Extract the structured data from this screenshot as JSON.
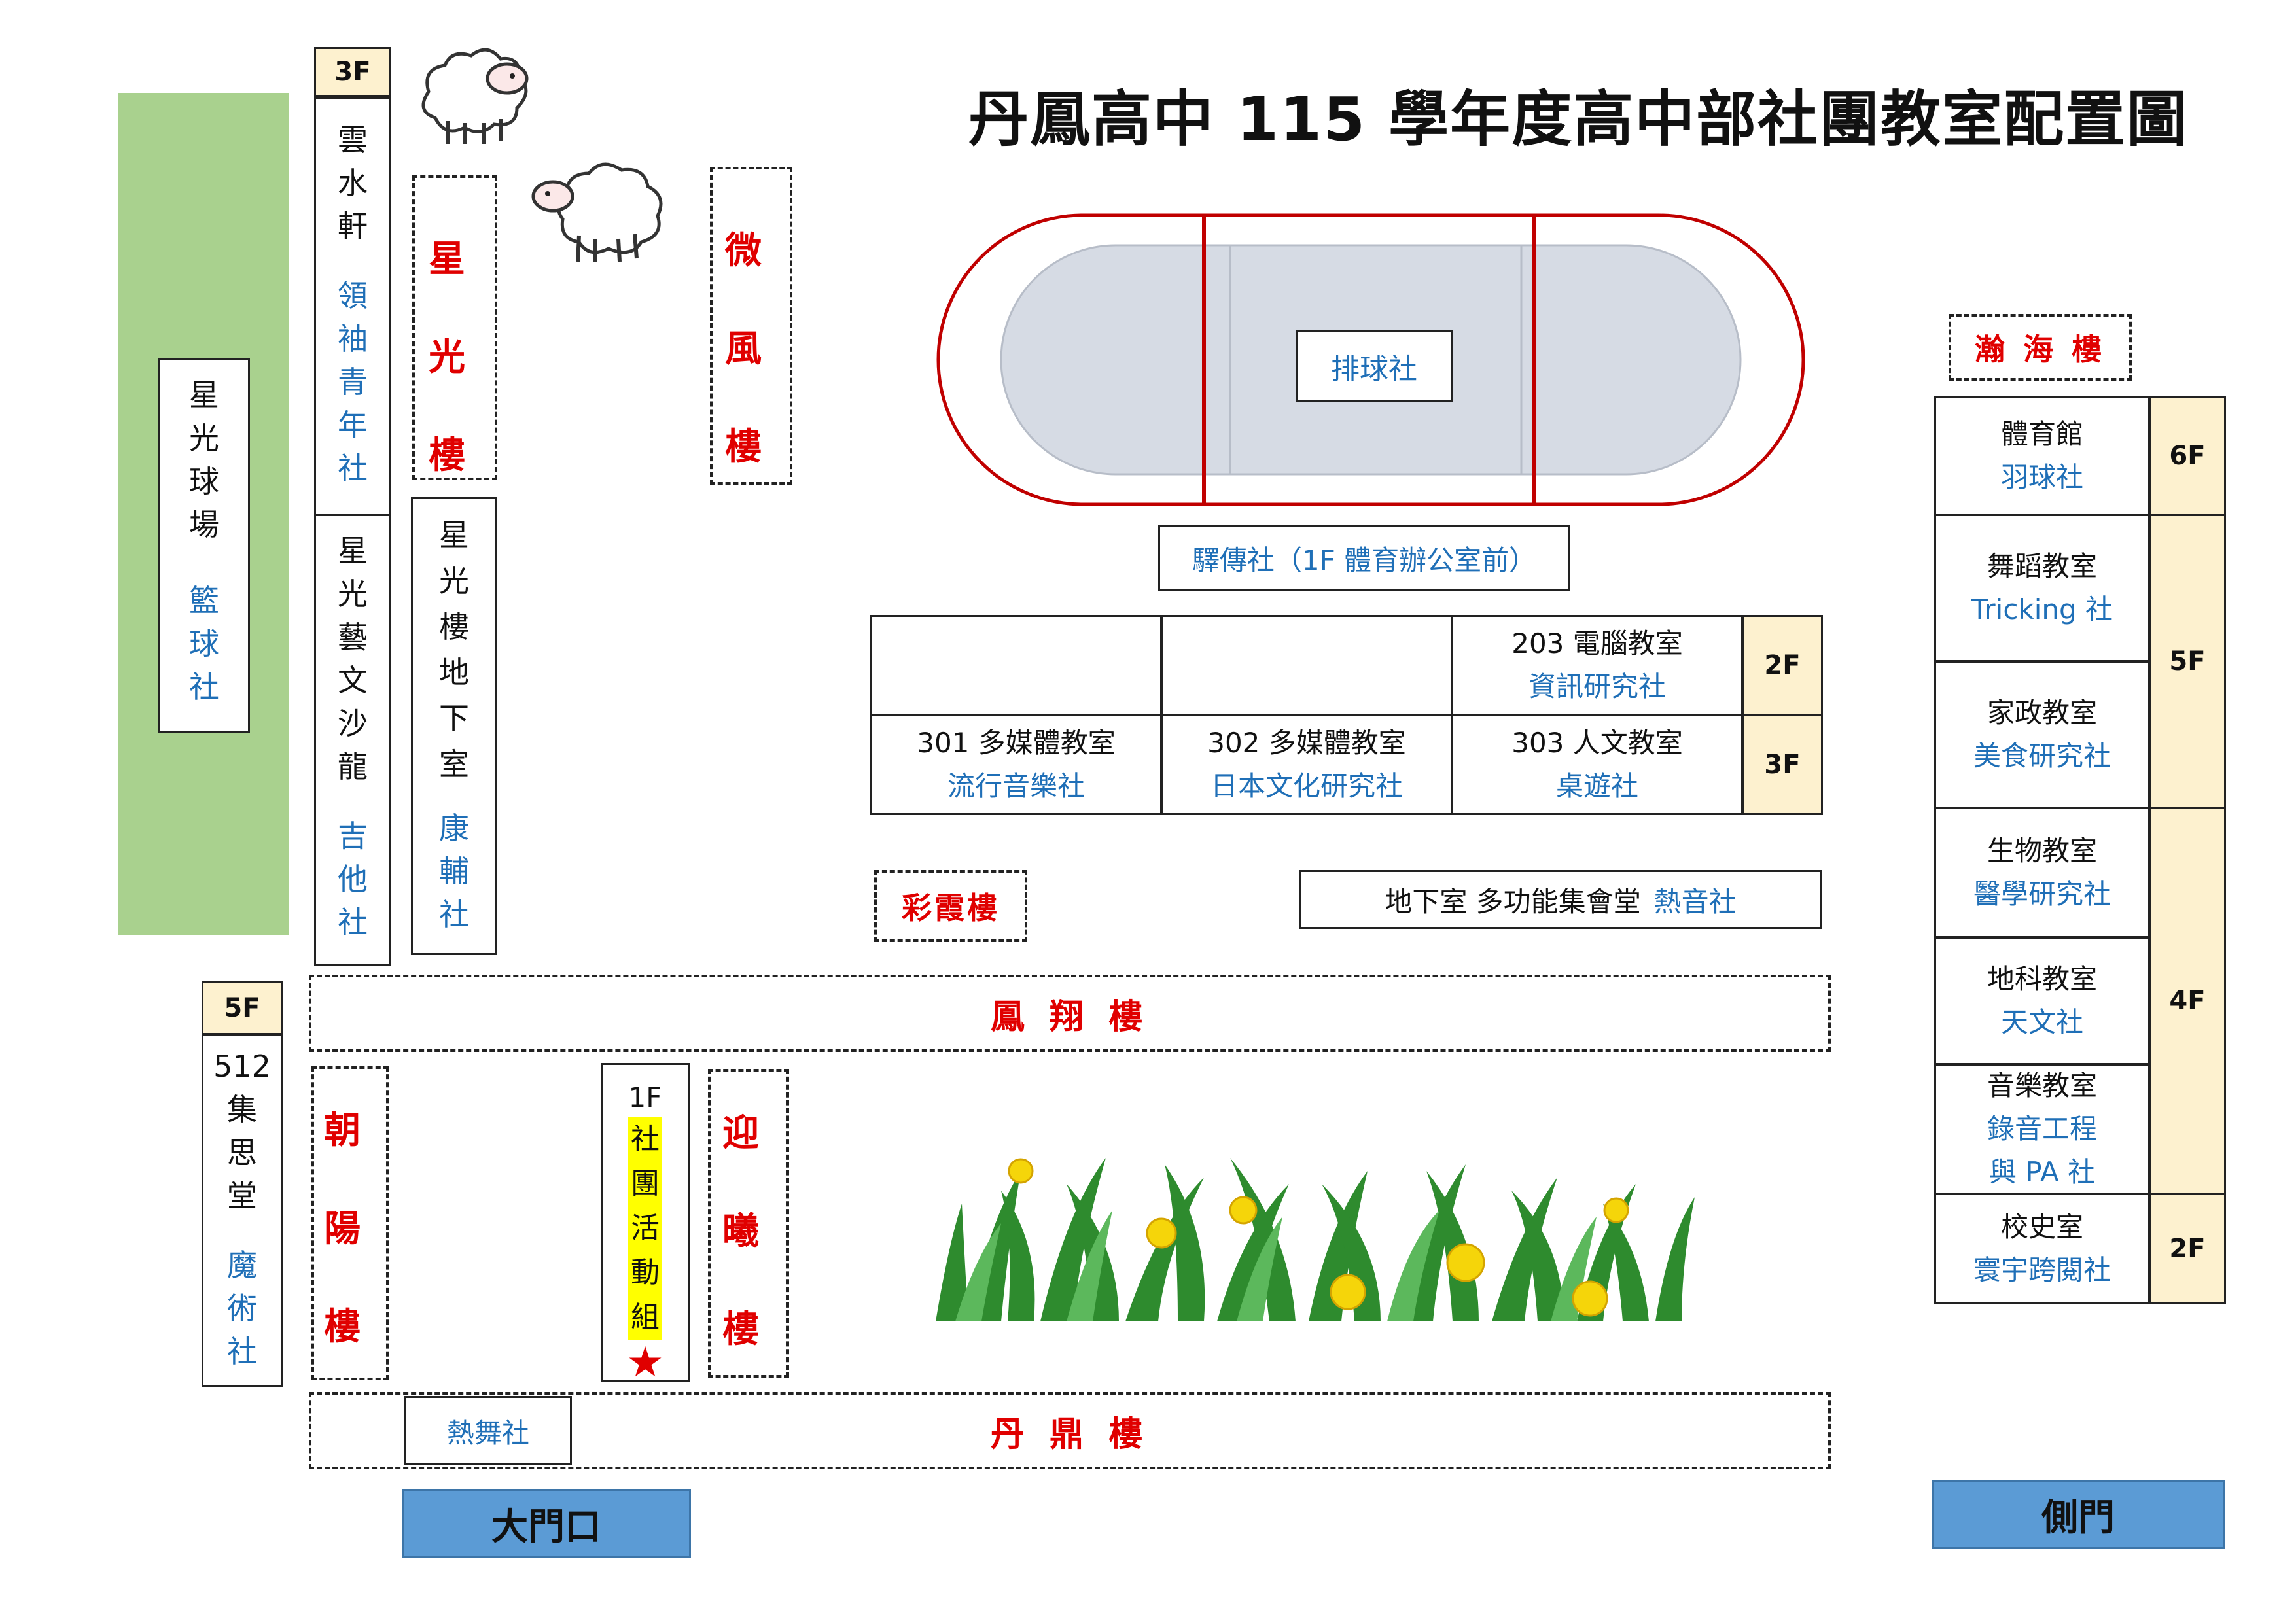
{
  "title": "丹鳳高中 115 學年度高中部社團教室配置圖",
  "left": {
    "court": {
      "lines": [
        "星",
        "光",
        "球",
        "場"
      ],
      "club": [
        "籃",
        "球",
        "社"
      ]
    },
    "cloud_floor": "3F",
    "cloud": {
      "name": [
        "雲",
        "水",
        "軒"
      ],
      "club": [
        "領",
        "袖",
        "青",
        "年",
        "社"
      ]
    },
    "salon": {
      "name": [
        "星",
        "光",
        "藝",
        "文",
        "沙",
        "龍"
      ],
      "club": [
        "吉",
        "他",
        "社"
      ]
    },
    "basement": {
      "name": [
        "星",
        "光",
        "樓",
        "地",
        "下",
        "室"
      ],
      "club": [
        "康",
        "輔",
        "社"
      ]
    },
    "jisi_floor": "5F",
    "jisi": {
      "name": [
        "512",
        "集",
        "思",
        "堂"
      ],
      "club": [
        "魔",
        "術",
        "社"
      ]
    }
  },
  "buildings": {
    "xingguang": [
      "星",
      "光",
      "樓"
    ],
    "weifeng": [
      "微",
      "風",
      "樓"
    ],
    "caixia": "彩霞樓",
    "fengxiang": "鳳 翔 樓",
    "chaoyang": [
      "朝",
      "陽",
      "樓"
    ],
    "yingxi": [
      "迎",
      "曦",
      "樓"
    ],
    "danding": "丹 鼎 樓",
    "hanhai": "瀚 海 樓"
  },
  "track": {
    "volleyball": "排球社",
    "relay": "驛傳社（1F 體育辦公室前）"
  },
  "grid": {
    "row1": [
      {
        "room": "",
        "club": ""
      },
      {
        "room": "",
        "club": ""
      },
      {
        "room": "203 電腦教室",
        "club": "資訊研究社"
      }
    ],
    "row1_floor": "2F",
    "row2": [
      {
        "room": "301 多媒體教室",
        "club": "流行音樂社"
      },
      {
        "room": "302 多媒體教室",
        "club": "日本文化研究社"
      },
      {
        "room": "303 人文教室",
        "club": "桌遊社"
      }
    ],
    "row2_floor": "3F"
  },
  "basement_hall": {
    "text": "地下室 多功能集會堂",
    "club": "熱音社"
  },
  "activity": {
    "floor": "1F",
    "name": [
      "社",
      "團",
      "活",
      "動",
      "組"
    ],
    "marker": "★"
  },
  "dance": "熱舞社",
  "right": {
    "rooms": [
      {
        "room": "體育館",
        "club": "羽球社"
      },
      {
        "room": "舞蹈教室",
        "club": "Tricking 社"
      },
      {
        "room": "家政教室",
        "club": "美食研究社"
      },
      {
        "room": "生物教室",
        "club": "醫學研究社"
      },
      {
        "room": "地科教室",
        "club": "天文社"
      },
      {
        "room": "音樂教室",
        "club": "錄音工程",
        "club2": "與 PA 社"
      },
      {
        "room": "校史室",
        "club": "寰宇跨閱社"
      }
    ],
    "floors": [
      "6F",
      "5F",
      "4F",
      "2F"
    ]
  },
  "gates": {
    "main": "大門口",
    "side": "側門"
  },
  "colors": {
    "court": "#a9d18e",
    "track": "#c00000",
    "field": "#d6dbe4",
    "gate": "#5b9bd5",
    "floor_tag": "#fdf1cf",
    "highlight": "#ffff00"
  }
}
